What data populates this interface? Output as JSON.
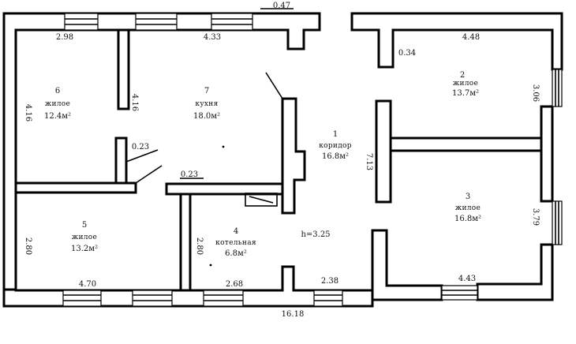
{
  "rooms": [
    {
      "num": "1",
      "name": "коридор",
      "area": "16.8м²"
    },
    {
      "num": "2",
      "name": "жилое",
      "area": "13.7м²"
    },
    {
      "num": "3",
      "name": "жилое",
      "area": "16.8м²"
    },
    {
      "num": "4",
      "name": "котельная",
      "area": "6.8м²"
    },
    {
      "num": "5",
      "name": "жилое",
      "area": "13.2м²"
    },
    {
      "num": "6",
      "name": "жилое",
      "area": "12.4м²"
    },
    {
      "num": "7",
      "name": "кухня",
      "area": "18.0м²"
    }
  ],
  "dimensions": {
    "top_left": "2.98",
    "top_mid": "4.33",
    "top_offset": "0.47",
    "top_right": "4.48",
    "right_nib": "0.34",
    "left_upper": "4.16",
    "partition_6_7": "4.16",
    "corridor_left": "7.13",
    "right_upper": "3.06",
    "right_lower": "3.79",
    "door_a": "0.23",
    "door_b": "0.23",
    "left_lower": "2.80",
    "partition_4": "2.80",
    "bottom_1": "4.70",
    "bottom_2": "2.68",
    "bottom_3": "2.38",
    "bottom_4": "4.43",
    "total": "16.18",
    "height": "h=3.25"
  },
  "colors": {
    "line": "#000000",
    "paper": "#ffffff"
  }
}
